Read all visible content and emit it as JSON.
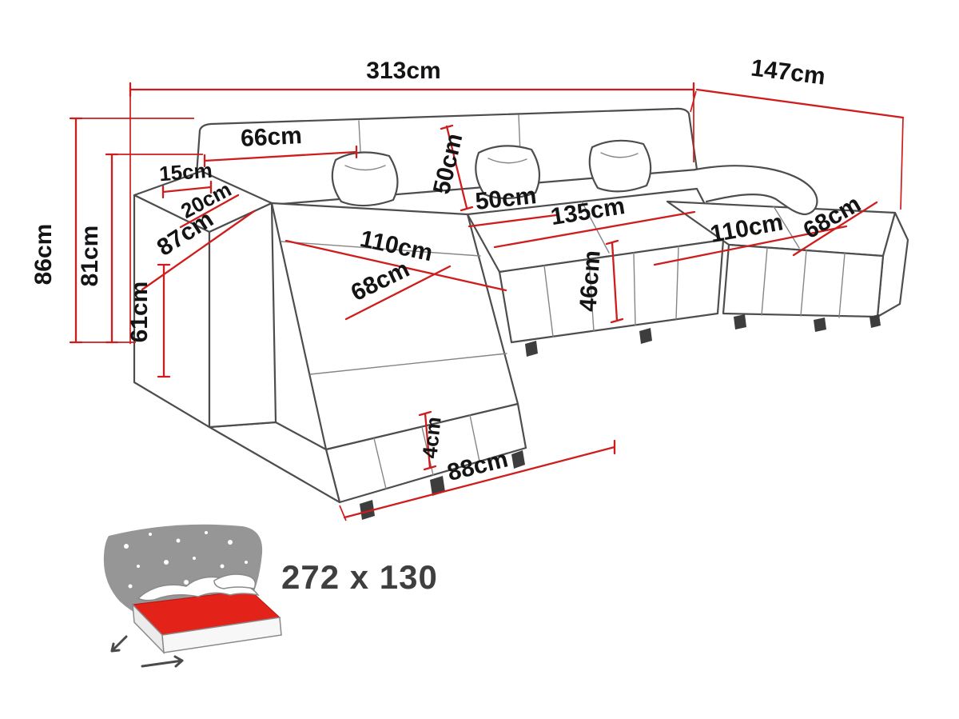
{
  "diagram": {
    "colors": {
      "dimension_red": "#cf1d1d",
      "outline_gray": "#4d4d4d",
      "label_black": "#141414",
      "mattress_red": "#e32219",
      "icon_gray": "#969696"
    },
    "dimensions": {
      "total_width": "313cm",
      "total_depth": "147cm",
      "back_cushion_width": "66cm",
      "backrest_height": "50cm",
      "armrest_top_width": "15cm",
      "armrest_width": "20cm",
      "armrest_depth": "87cm",
      "total_height": "86cm",
      "backrest_total_height": "81cm",
      "armrest_height": "61cm",
      "left_chaise_length": "110cm",
      "left_chaise_width": "68cm",
      "seat_depth": "50cm",
      "center_seat_width": "135cm",
      "seat_height": "46cm",
      "right_chaise_length": "110cm",
      "right_chaise_width": "68cm",
      "leg_height": "4cm",
      "front_width": "88cm"
    },
    "sleeping_area": {
      "label": "272 x 130"
    }
  }
}
